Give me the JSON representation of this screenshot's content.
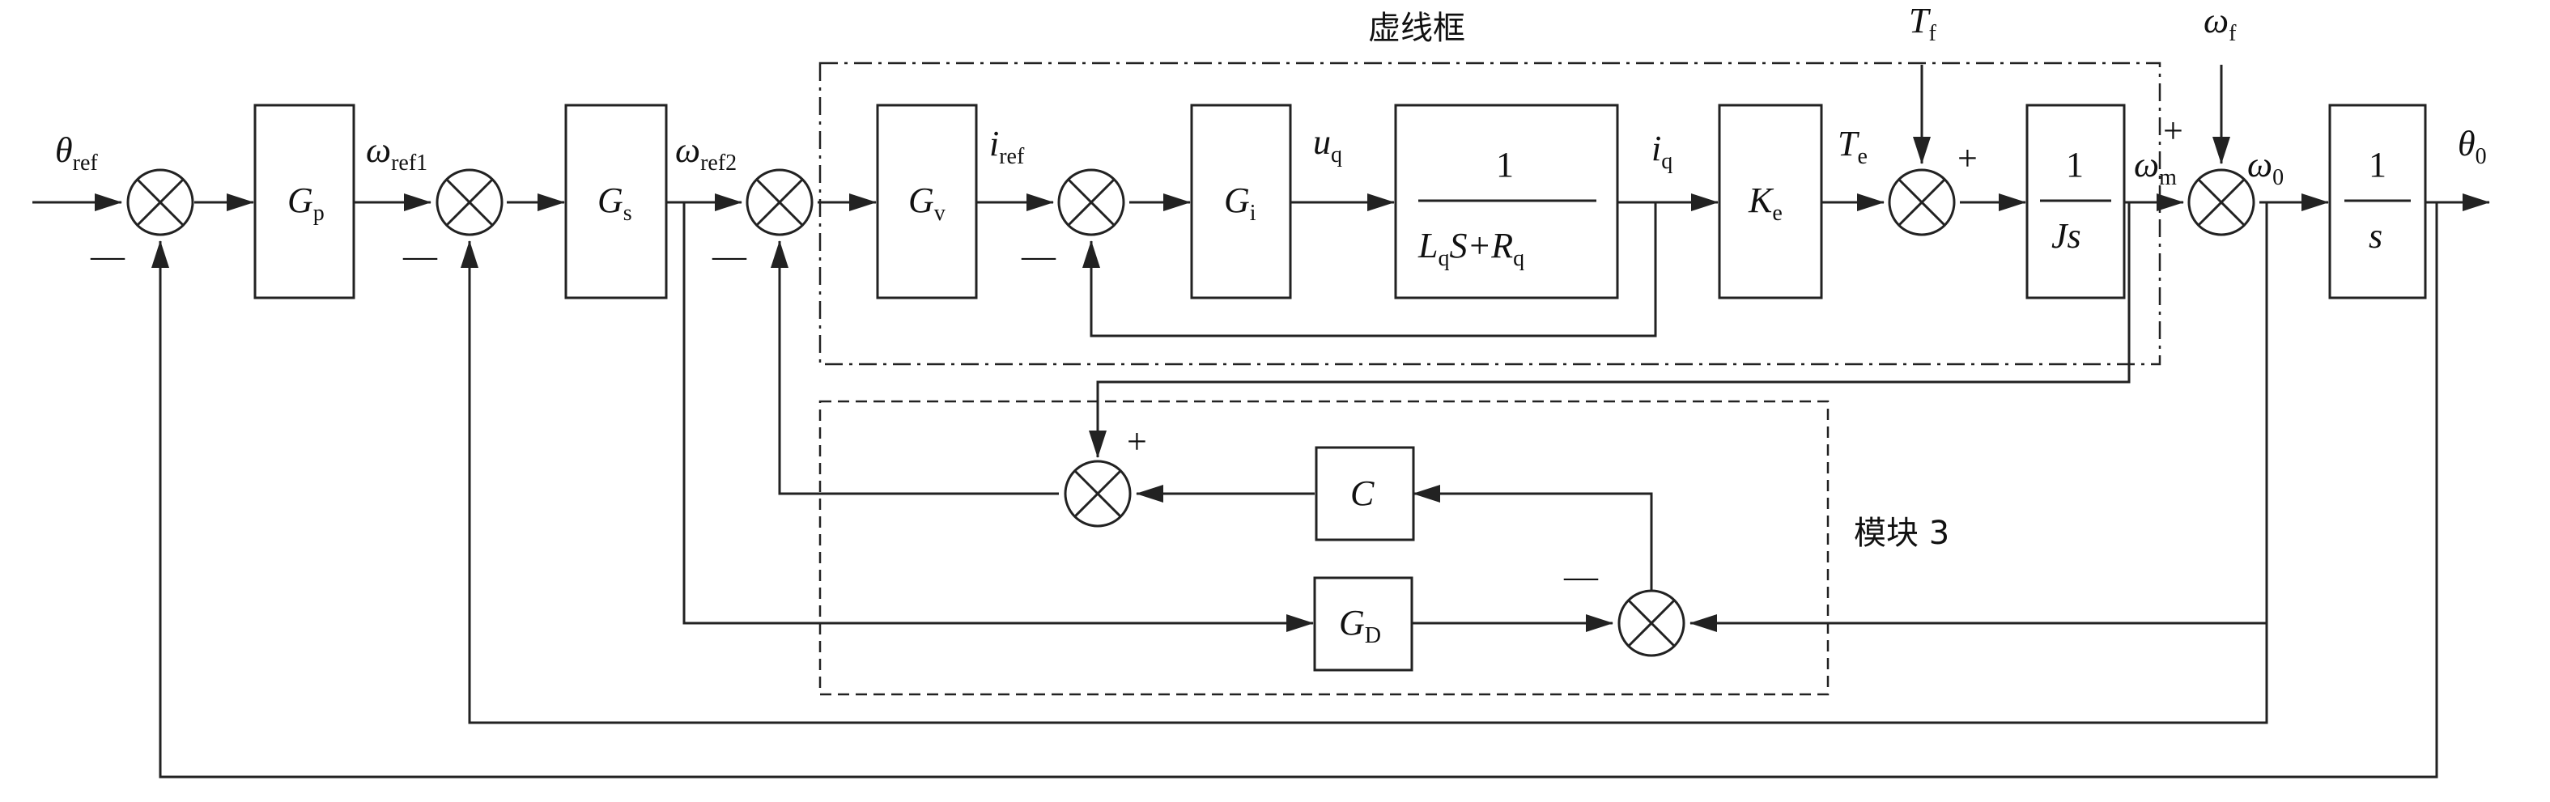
{
  "frames": {
    "inner_title": "虚线框",
    "module_title": "模块 3"
  },
  "blocks": {
    "gp": {
      "main": "G",
      "sub": "p"
    },
    "gs": {
      "main": "G",
      "sub": "s"
    },
    "gv": {
      "main": "G",
      "sub": "v"
    },
    "gi": {
      "main": "G",
      "sub": "i"
    },
    "plant": {
      "num": "1",
      "den_l": "L",
      "den_lsub": "q",
      "den_mid": "S+",
      "den_r": "R",
      "den_rsub": "q"
    },
    "ke": {
      "main": "K",
      "sub": "e"
    },
    "js": {
      "num": "1",
      "den": "Js"
    },
    "integ": {
      "num": "1",
      "den": "s"
    },
    "c": {
      "main": "C"
    },
    "gd": {
      "main": "G",
      "sub": "D"
    }
  },
  "signals": {
    "theta_ref": {
      "main": "θ",
      "sub": "ref"
    },
    "omega_ref1": {
      "main": "ω",
      "sub": "ref1"
    },
    "omega_ref2": {
      "main": "ω",
      "sub": "ref2"
    },
    "i_ref": {
      "main": "i",
      "sub": "ref"
    },
    "u_q": {
      "main": "u",
      "sub": "q"
    },
    "i_q": {
      "main": "i",
      "sub": "q"
    },
    "t_e": {
      "main": "T",
      "sub": "e"
    },
    "t_f": {
      "main": "T",
      "sub": "f"
    },
    "omega_f": {
      "main": "ω",
      "sub": "f"
    },
    "omega_m": {
      "main": "ω",
      "sub": "m"
    },
    "omega_0": {
      "main": "ω",
      "sub": "0"
    },
    "theta_0": {
      "main": "θ",
      "sub": "0"
    }
  },
  "signs": {
    "minus": "—",
    "plus": "+"
  }
}
